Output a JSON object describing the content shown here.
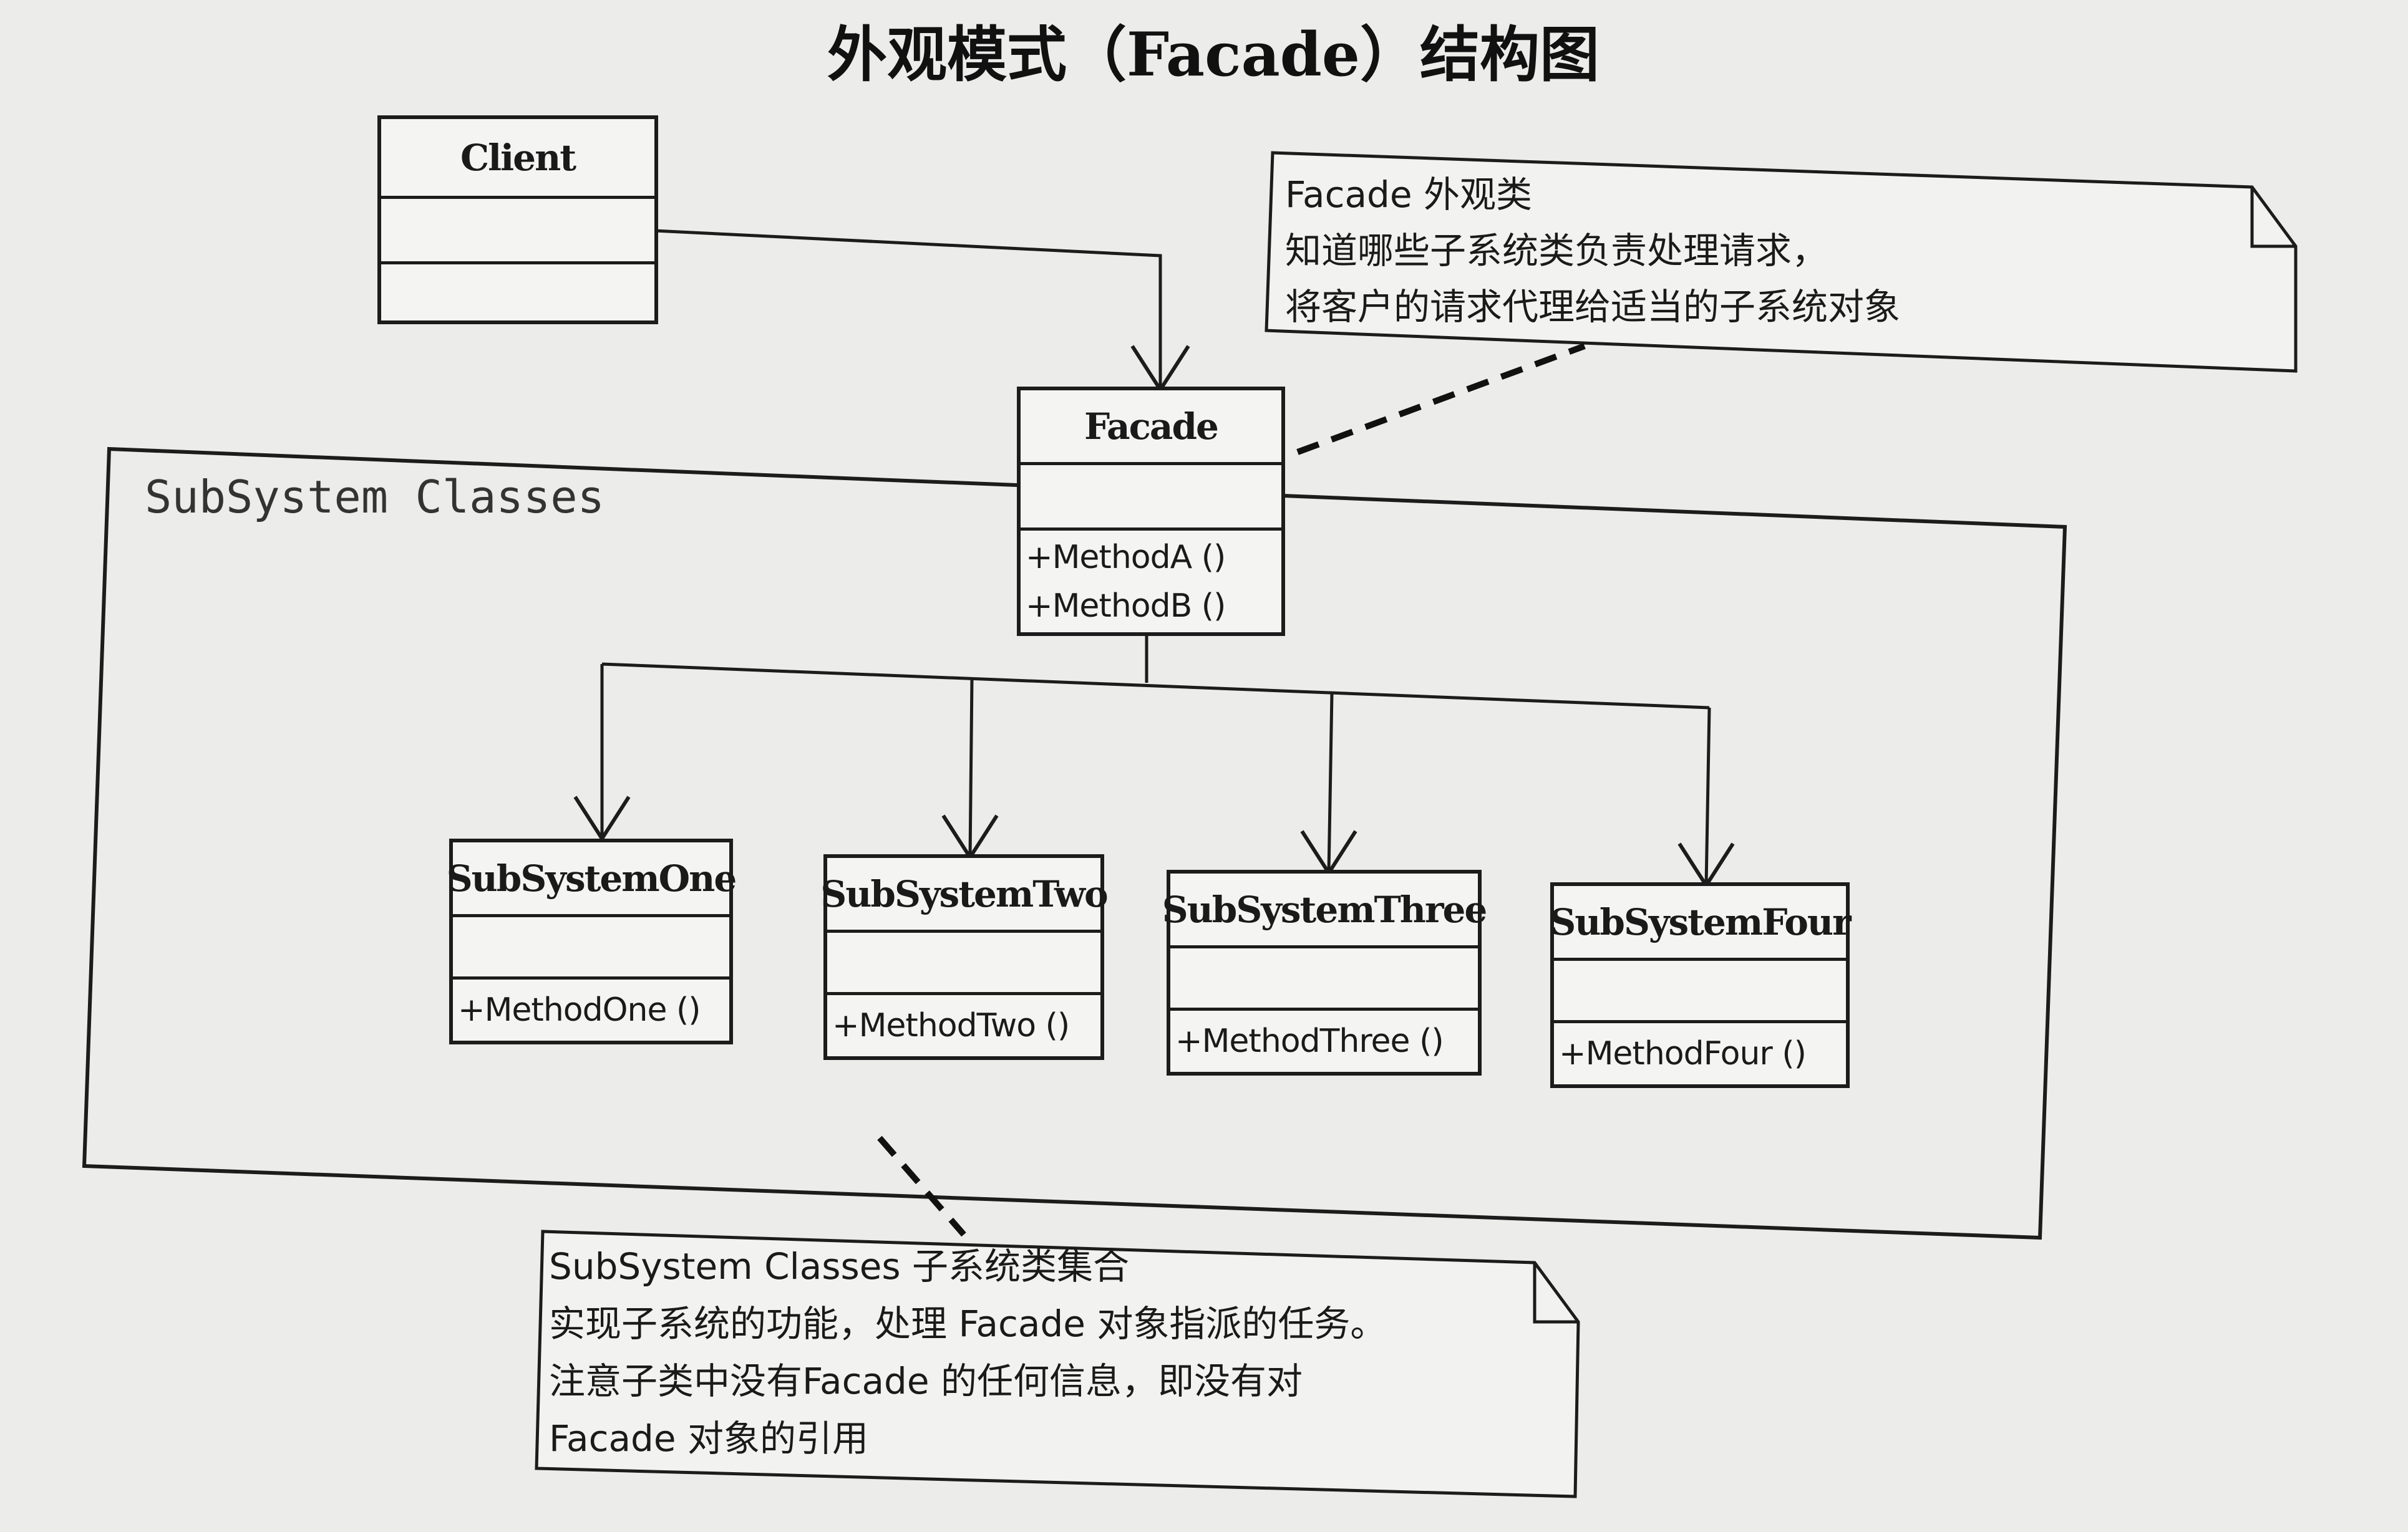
{
  "title": "外观模式（Facade）结构图",
  "classes": {
    "client": {
      "name": "Client"
    },
    "facade": {
      "name": "Facade",
      "methods": [
        "+MethodA ()",
        "+MethodB ()"
      ]
    },
    "sub_one": {
      "name": "SubSystemOne",
      "methods": [
        "+MethodOne ()"
      ]
    },
    "sub_two": {
      "name": "SubSystemTwo",
      "methods": [
        "+MethodTwo ()"
      ]
    },
    "sub_three": {
      "name": "SubSystemThree",
      "methods": [
        "+MethodThree ()"
      ]
    },
    "sub_four": {
      "name": "SubSystemFour",
      "methods": [
        "+MethodFour ()"
      ]
    }
  },
  "subsystem_package": {
    "label": "SubSystem Classes"
  },
  "notes": {
    "facade_note": {
      "lines": [
        "Facade  外观类",
        "知道哪些子系统类负责处理请求，",
        "将客户的请求代理给适当的子系统对象"
      ]
    },
    "subsystem_note": {
      "lines": [
        "SubSystem Classes  子系统类集合",
        "实现子系统的功能，处理 Facade 对象指派的任务。",
        "注意子类中没有Facade 的任何信息，即没有对",
        "Facade 对象的引用"
      ]
    }
  }
}
